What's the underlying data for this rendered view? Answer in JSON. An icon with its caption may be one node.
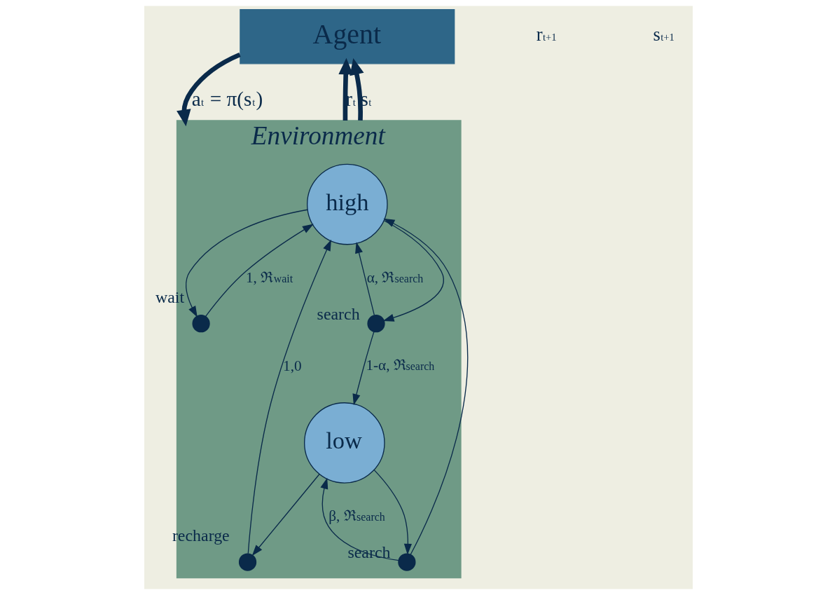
{
  "diagram": {
    "nodes": [
      {
        "text": [
          "Agent"
        ]
      },
      {
        "text": [
          "Environment"
        ]
      },
      {
        "text": [
          "high"
        ],
        "in": 1
      },
      {
        "text": [
          "low"
        ],
        "in": 1
      },
      {
        "text": [],
        "shape": "circle",
        "beside": [
          "wait"
        ],
        "in": 1
      },
      {
        "text": [],
        "shape": "circle",
        "beside": [
          "search"
        ],
        "in": 1
      },
      {
        "text": [],
        "shape": "circle",
        "beside": [
          "recharge"
        ],
        "in": 1
      },
      {
        "text": [],
        "shape": "circle",
        "beside": [
          "search"
        ],
        "in": 1
      }
    ],
    "edges": [
      {
        "from": 0,
        "to": 1,
        "arrow": "to",
        "label": "a$_{t}$ = π(s$_{t}$)",
        "style": "thick"
      },
      {
        "from": 1,
        "to": 0,
        "arrow": "to",
        "label": "r$_{t}$",
        "style": "thick"
      },
      {
        "from": 1,
        "to": 0,
        "arrow": "to",
        "label": "s$_{t}$",
        "style": "thick"
      },
      {
        "from": 2,
        "to": 4,
        "arrow": "to"
      },
      {
        "from": 4,
        "to": 2,
        "arrow": "to",
        "label": "1, ℜ$^{wait}$"
      },
      {
        "from": 2,
        "to": 5,
        "arrow": "to"
      },
      {
        "from": 5,
        "to": 2,
        "arrow": "to",
        "label": "α, ℜ$^{search}$"
      },
      {
        "from": 5,
        "to": 3,
        "arrow": "to",
        "label": "1-α, ℜ$^{search}$"
      },
      {
        "from": 3,
        "to": 6,
        "arrow": "to"
      },
      {
        "from": 6,
        "to": 2,
        "arrow": "to",
        "label": "1,0"
      },
      {
        "from": 3,
        "to": 7,
        "arrow": "to"
      },
      {
        "from": 7,
        "to": 2,
        "arrow": "to"
      },
      {
        "from": 7,
        "to": 3,
        "arrow": "to",
        "label": "β, ℜ$^{search}$"
      }
    ],
    "labels": [
      "r$_{t+1}$",
      "s$_{t+1}$"
    ]
  }
}
